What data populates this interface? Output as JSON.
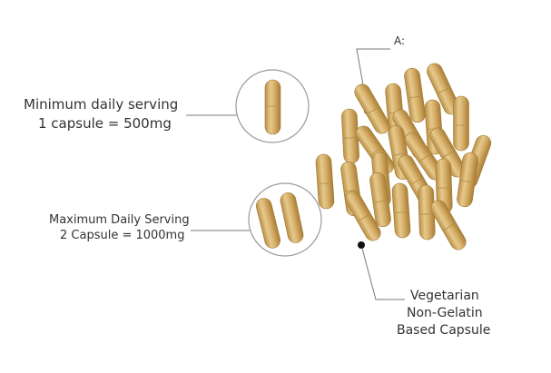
{
  "minimum": {
    "line1": "Minimum daily serving",
    "line2": "1 capsule = 500mg"
  },
  "maximum": {
    "line1": "Maximum Daily Serving",
    "line2": "2 Capsule  = 1000mg"
  },
  "callout_top": {
    "label": "A:"
  },
  "callout_bottom": {
    "line1": "Vegetarian",
    "line2": "Non-Gelatin",
    "line3": "Based Capsule"
  },
  "colors": {
    "capsule": "#d8b26a",
    "capsule_dark": "#b58a3f",
    "line": "#7a7a7a",
    "text": "#333333"
  }
}
